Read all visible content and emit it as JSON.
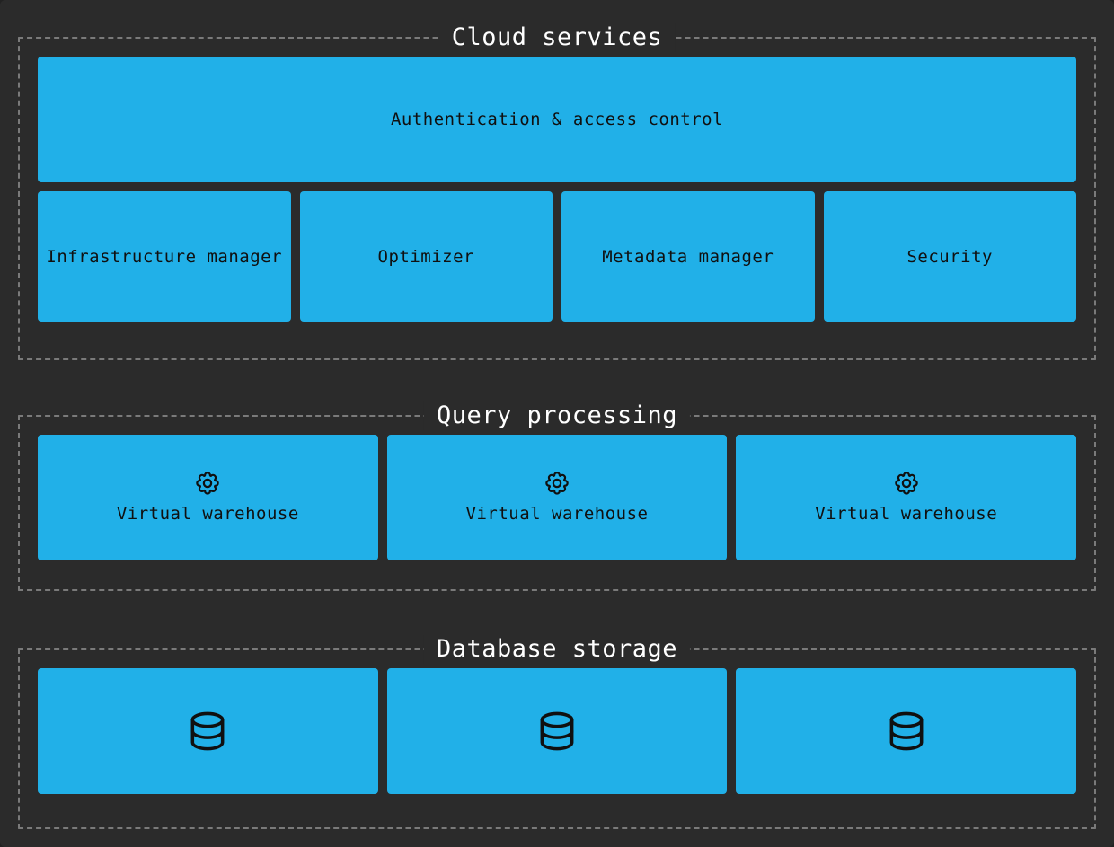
{
  "diagram": {
    "background_color": "#2b2b2b",
    "page_color": "#222222",
    "accent_color": "#21b0e8",
    "border_color": "#7a7a7a",
    "text_on_accent_color": "#101010",
    "title_color": "#ffffff"
  },
  "sections": {
    "cloud_services": {
      "title": "Cloud services",
      "banner": {
        "label": "Authentication & access control"
      },
      "services": [
        {
          "label": "Infrastructure manager"
        },
        {
          "label": "Optimizer"
        },
        {
          "label": "Metadata manager"
        },
        {
          "label": "Security"
        }
      ]
    },
    "query_processing": {
      "title": "Query processing",
      "warehouses": [
        {
          "label": "Virtual warehouse",
          "icon": "gear-icon"
        },
        {
          "label": "Virtual warehouse",
          "icon": "gear-icon"
        },
        {
          "label": "Virtual warehouse",
          "icon": "gear-icon"
        }
      ]
    },
    "database_storage": {
      "title": "Database storage",
      "stores": [
        {
          "label": "",
          "icon": "database-icon"
        },
        {
          "label": "",
          "icon": "database-icon"
        },
        {
          "label": "",
          "icon": "database-icon"
        }
      ]
    }
  }
}
